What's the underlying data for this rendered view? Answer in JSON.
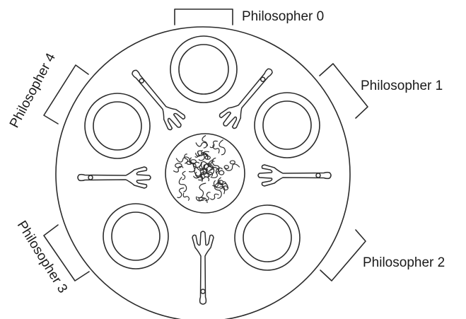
{
  "philosophers": [
    {
      "id": 0,
      "label": "Philosopher 0"
    },
    {
      "id": 1,
      "label": "Philosopher 1"
    },
    {
      "id": 2,
      "label": "Philosopher 2"
    },
    {
      "id": 3,
      "label": "Philosopher 3"
    },
    {
      "id": 4,
      "label": "Philosopher 4"
    }
  ],
  "colors": {
    "stroke": "#2b2b2b",
    "text": "#1a1a1a",
    "background": "#ffffff"
  }
}
